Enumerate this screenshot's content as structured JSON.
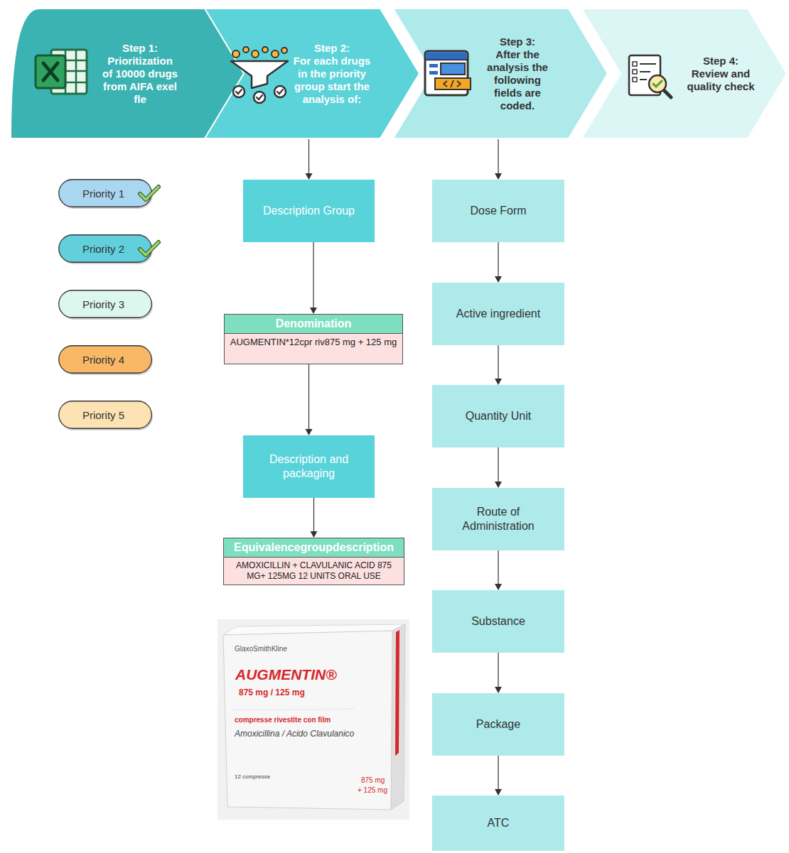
{
  "diagram": {
    "nodes": [
      {
        "text": [
          "Step 1:",
          "Prioritization of 10000 drugs from AIFA exel fle"
        ]
      },
      {
        "text": [
          "Step 2:",
          "For each drugs in the priority group start the analysis of:"
        ]
      },
      {
        "text": [
          "Step 3:",
          "After the analysis the following fields are coded."
        ]
      },
      {
        "text": [
          "Step 4:",
          "Review and quality check"
        ]
      },
      {
        "text": [
          "Priority 1"
        ]
      },
      {
        "text": [
          "Priority 2"
        ]
      },
      {
        "text": [
          "Priority 3"
        ]
      },
      {
        "text": [
          "Priority 4"
        ]
      },
      {
        "text": [
          "Priority 5"
        ]
      },
      {
        "text": [
          "Description Group"
        ]
      },
      {
        "text": [
          "Denomination",
          "AUGMENTIN*12cpr riv875 mg + 125 mg"
        ]
      },
      {
        "text": [
          "Description and packaging"
        ]
      },
      {
        "text": [
          "Equivalencegroupdescription",
          "AMOXICILLIN + CLAVULANIC ACID 875 MG+ 125MG 12 UNITS ORAL USE"
        ]
      },
      {
        "text": [
          "Dose Form"
        ]
      },
      {
        "text": [
          "Active ingredient"
        ]
      },
      {
        "text": [
          "Quantity Unit"
        ]
      },
      {
        "text": [
          "Route of Administration"
        ]
      },
      {
        "text": [
          "Substance"
        ]
      },
      {
        "text": [
          "Package"
        ]
      },
      {
        "text": [
          "ATC"
        ]
      }
    ],
    "edges": [
      {
        "from": 1,
        "to": 9,
        "arrow": "to"
      },
      {
        "from": 9,
        "to": 10,
        "arrow": "to"
      },
      {
        "from": 10,
        "to": 11,
        "arrow": "to"
      },
      {
        "from": 11,
        "to": 12,
        "arrow": "to"
      },
      {
        "from": 2,
        "to": 13,
        "arrow": "to"
      },
      {
        "from": 13,
        "to": 14,
        "arrow": "to"
      },
      {
        "from": 14,
        "to": 15,
        "arrow": "to"
      },
      {
        "from": 15,
        "to": 16,
        "arrow": "to"
      },
      {
        "from": 16,
        "to": 17,
        "arrow": "to"
      },
      {
        "from": 17,
        "to": 18,
        "arrow": "to"
      },
      {
        "from": 18,
        "to": 19,
        "arrow": "to"
      }
    ],
    "labels": [
      "GlaxoSmithKline",
      "AUGMENTIN®",
      "875 mg / 125 mg",
      "compresse rivestite con film",
      "Amoxicillina / Acido Clavulanico",
      "12 compresse",
      "875 mg",
      "+ 125 mg"
    ]
  }
}
